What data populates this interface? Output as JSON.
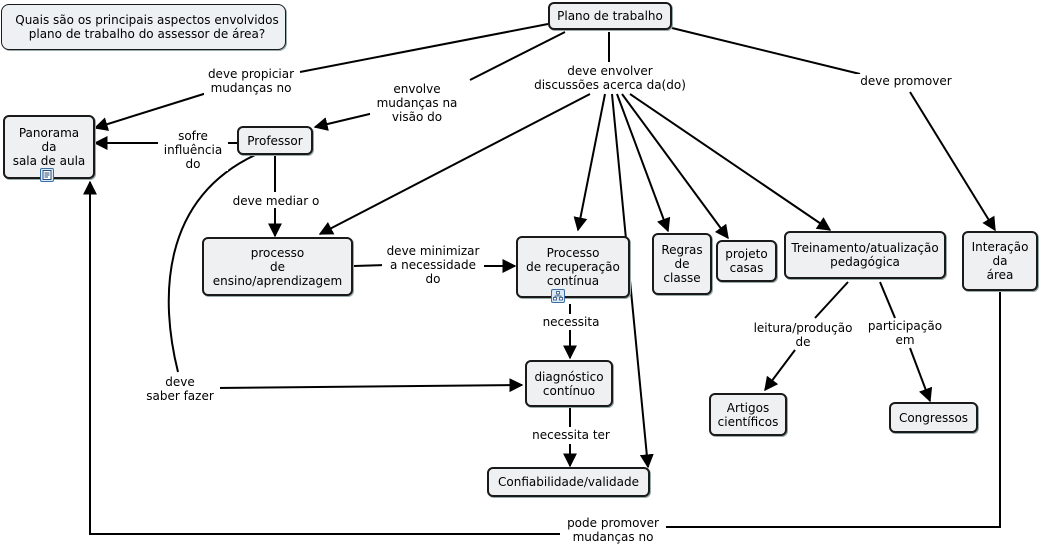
{
  "question": "Quais são os principais aspectos envolvidos\nplano de trabalho do assessor de área?",
  "nodes": {
    "plano": "Plano de trabalho",
    "panorama": "Panorama\nda\nsala de aula",
    "professor": "Professor",
    "processo_ensino": "processo\nde\nensino/aprendizagem",
    "processo_recuperacao": "Processo\nde recuperação\ncontínua",
    "regras": "Regras\nde\nclasse",
    "projeto": "projeto\ncasas",
    "treinamento": "Treinamento/atualização\npedagógica",
    "interacao": "Interação\nda\nárea",
    "diagnostico": "diagnóstico\ncontínuo",
    "confiabilidade": "Confiabilidade/validade",
    "artigos": "Artigos\ncientíficos",
    "congressos": "Congressos"
  },
  "links": {
    "deve_propiciar": "deve propiciar\nmudanças no",
    "envolve_mudancas": "envolve\nmudanças na\nvisão do",
    "deve_envolver": "deve envolver\ndiscussões acerca da(do)",
    "deve_promover": "deve promover",
    "sofre_influencia": "sofre\ninfluência do",
    "deve_mediar": "deve mediar o",
    "deve_minimizar": "deve minimizar\na necessidade\ndo",
    "necessita": "necessita",
    "deve_saber": "deve\nsaber fazer",
    "necessita_ter": "necessita ter",
    "leitura": "leitura/produção\nde",
    "participacao": "participação\nem",
    "pode_promover": "pode promover\nmudanças no"
  },
  "icons": [
    "document-resource-icon",
    "concept-map-resource-icon"
  ]
}
